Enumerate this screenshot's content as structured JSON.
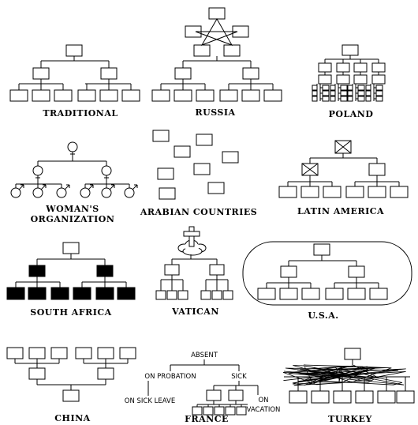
{
  "labels": {
    "traditional": "TRADITIONAL",
    "russia": "RUSSIA",
    "poland": "POLAND",
    "womans_line1": "WOMAN'S",
    "womans_line2": "ORGANIZATION",
    "arabian": "ARABIAN COUNTRIES",
    "latin_america": "LATIN AMERICA",
    "south_africa": "SOUTH AFRICA",
    "vatican": "VATICAN",
    "usa": "U.S.A.",
    "china": "CHINA",
    "france": "FRANCE",
    "turkey": "TURKEY"
  },
  "france": {
    "absent": "ABSENT",
    "on_probation": "ON PROBATION",
    "sick": "SICK",
    "on_sick_leave": "ON SICK LEAVE",
    "on_vacation_1": "ON",
    "on_vacation_2": "VACATION"
  }
}
